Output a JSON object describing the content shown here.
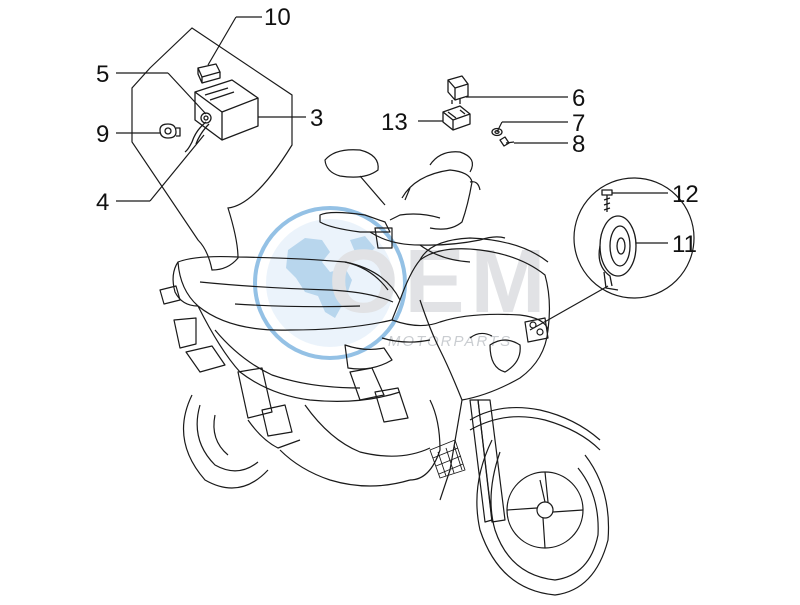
{
  "callouts": [
    "10",
    "5",
    "3",
    "9",
    "4",
    "6",
    "13",
    "7",
    "8",
    "12",
    "11"
  ],
  "watermark": {
    "main": "OEM",
    "sub": "MOTORPARTS"
  },
  "colors": {
    "line": "#1a1a1a",
    "watermark_blue": "#3d8fd1",
    "watermark_light": "#dcebf8",
    "watermark_gray": "#c9ccd0"
  }
}
